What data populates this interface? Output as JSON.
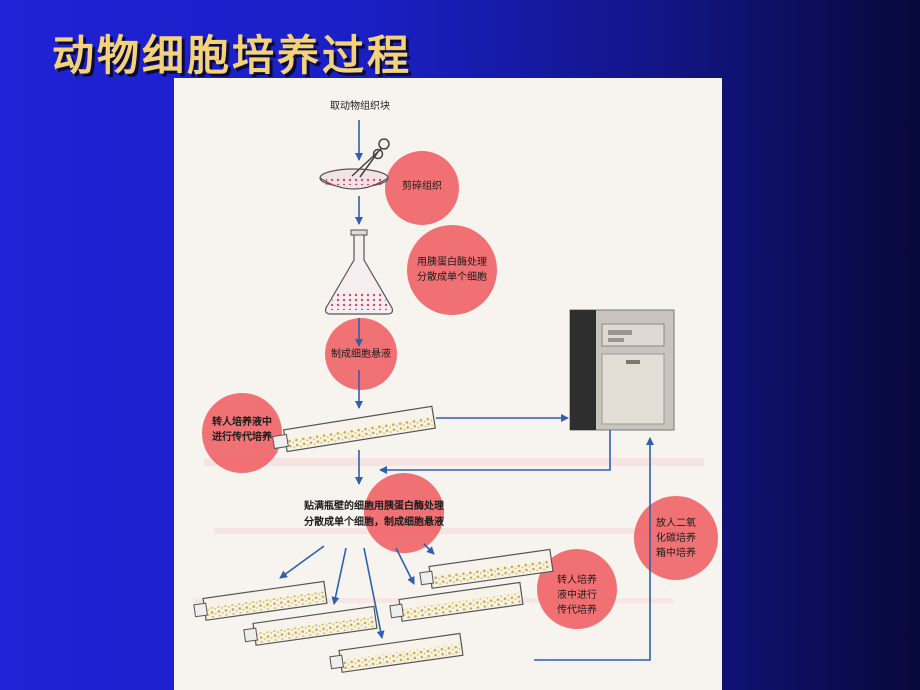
{
  "slide": {
    "title": "动物细胞培养过程"
  },
  "colors": {
    "background": "#1a1fc4",
    "title": "#f3d27a",
    "figure_bg": "#f7f3ee",
    "arrow": "#2f5fb0",
    "circle": "#f05a5e",
    "cells": "#d4bf4e"
  },
  "figure": {
    "step_take_tissue": "取动物组织块",
    "step_mince": "剪碎组织",
    "step_trypsin": [
      "用胰蛋白酶处理",
      "分散成单个细胞"
    ],
    "step_suspension": "制成细胞悬液",
    "step_primary_culture": [
      "转人培养液中",
      "进行传代培养"
    ],
    "step_wall_cells": [
      "贴满瓶壁的细胞用胰蛋白酶处理",
      "分散成单个细胞，制成细胞悬液"
    ],
    "step_subculture": [
      "转人培养",
      "液中进行",
      "传代培养"
    ],
    "step_co2_incubator": [
      "放人二氧",
      "化碳培养",
      "箱中培养"
    ]
  }
}
